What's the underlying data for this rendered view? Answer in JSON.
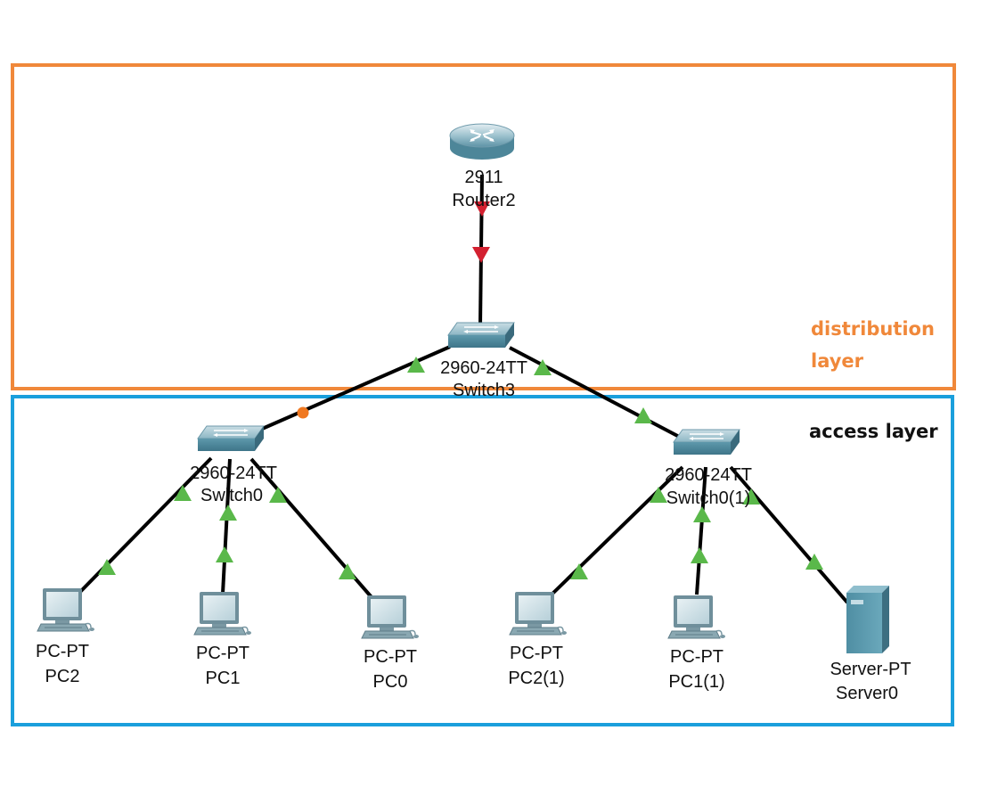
{
  "colors": {
    "distribution": "#f0883a",
    "access": "#1a9fdc",
    "link_up": "#5ab84a",
    "link_down": "#d32030",
    "link_pending": "#f07820",
    "device_body": "#5b9fb3"
  },
  "layers": {
    "distribution": {
      "line1": "distribution",
      "line2": "layer"
    },
    "access": {
      "label": "access layer"
    }
  },
  "devices": {
    "router2": {
      "model": "2911",
      "name": "Router2",
      "icon": "router-icon"
    },
    "switch3": {
      "model": "2960-24TT",
      "name": "Switch3",
      "icon": "switch-icon"
    },
    "switch0": {
      "model": "2960-24TT",
      "name": "Switch0",
      "icon": "switch-icon"
    },
    "switch0_1": {
      "model": "2960-24TT",
      "name": "Switch0(1)",
      "icon": "switch-icon"
    },
    "pc2": {
      "model": "PC-PT",
      "name": "PC2",
      "icon": "pc-icon"
    },
    "pc1": {
      "model": "PC-PT",
      "name": "PC1",
      "icon": "pc-icon"
    },
    "pc0": {
      "model": "PC-PT",
      "name": "PC0",
      "icon": "pc-icon"
    },
    "pc2_1": {
      "model": "PC-PT",
      "name": "PC2(1)",
      "icon": "pc-icon"
    },
    "pc1_1": {
      "model": "PC-PT",
      "name": "PC1(1)",
      "icon": "pc-icon"
    },
    "server0": {
      "model": "Server-PT",
      "name": "Server0",
      "icon": "server-icon"
    }
  },
  "links": [
    {
      "from": "Router2",
      "to": "Switch3",
      "status": "down"
    },
    {
      "from": "Switch3",
      "to": "Switch0",
      "status": "pending"
    },
    {
      "from": "Switch3",
      "to": "Switch0(1)",
      "status": "up"
    },
    {
      "from": "Switch0",
      "to": "PC2",
      "status": "up"
    },
    {
      "from": "Switch0",
      "to": "PC1",
      "status": "up"
    },
    {
      "from": "Switch0",
      "to": "PC0",
      "status": "up"
    },
    {
      "from": "Switch0(1)",
      "to": "PC2(1)",
      "status": "up"
    },
    {
      "from": "Switch0(1)",
      "to": "PC1(1)",
      "status": "up"
    },
    {
      "from": "Switch0(1)",
      "to": "Server0",
      "status": "up"
    }
  ]
}
